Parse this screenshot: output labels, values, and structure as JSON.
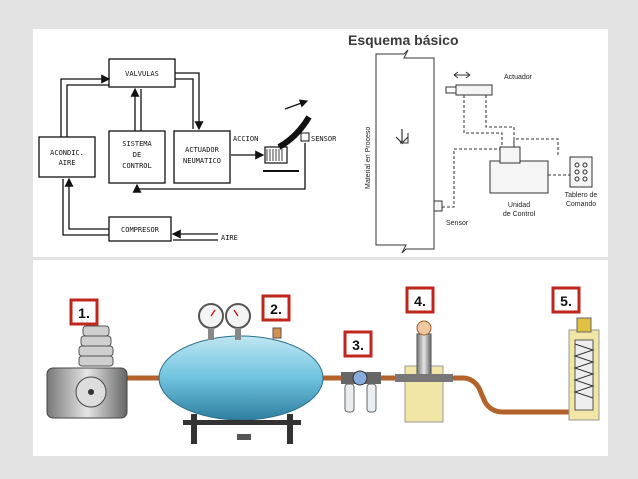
{
  "block_diagram": {
    "valvulas": "VALVULAS",
    "acondic_1": "ACONDIC.",
    "acondic_2": "AIRE",
    "sistema_1": "SISTEMA",
    "sistema_2": "DE",
    "sistema_3": "CONTROL",
    "actuador_1": "ACTUADOR",
    "actuador_2": "NEUMATICO",
    "accion": "ACCION",
    "sensor": "SENSOR",
    "compresor": "COMPRESOR",
    "aire": "AIRE"
  },
  "esquema": {
    "title": "Esquema básico",
    "actuador": "Actuador",
    "material": "Material en Proceso",
    "sensor": "Sensor",
    "unidad_1": "Unidad",
    "unidad_2": "de Control",
    "tablero_1": "Tablero de",
    "tablero_2": "Comando"
  },
  "illustration": {
    "labels": [
      "1.",
      "2.",
      "3.",
      "4.",
      "5."
    ],
    "colors": {
      "label_box": "#c0261d",
      "tank": "#6fc3df",
      "pipe": "#c8743c",
      "unit": "#f2e6a6"
    }
  }
}
